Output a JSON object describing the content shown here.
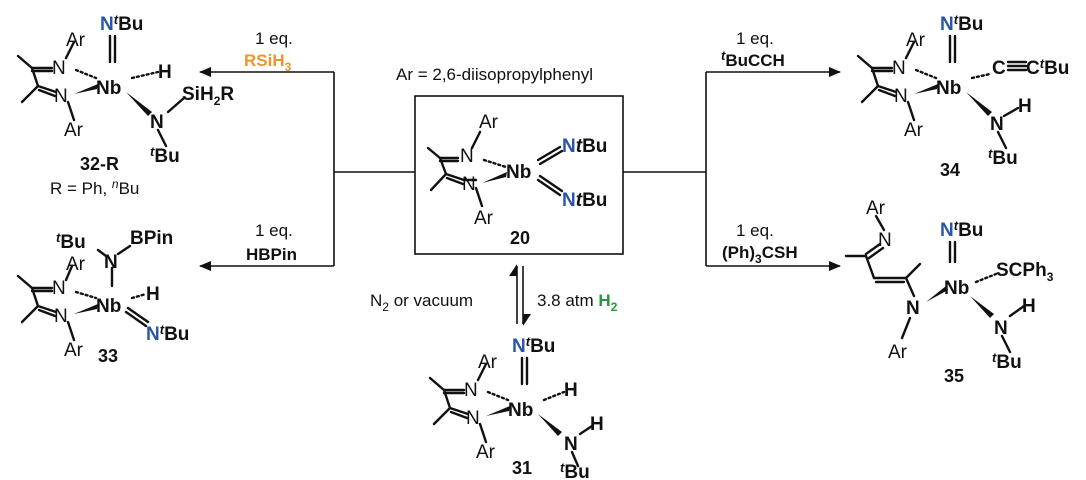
{
  "colors": {
    "nb": "#2a55a6",
    "black": "#111111",
    "orange": "#f0932f",
    "pink": "#b95aa8",
    "purple": "#5a2d85",
    "olive": "#8a8a3a",
    "green": "#1e9b3c"
  },
  "atoms": {
    "N": "N",
    "Nb": "Nb",
    "Ar": "Ar",
    "H": "H",
    "tBu_t": "t",
    "tBu_bu": "Bu",
    "SiH": "SiH",
    "SiH_sub": "2",
    "R": "R",
    "BPin": "BPin",
    "CC": "C",
    "SCPh3": "SCPh",
    "SCPh3_sub": "3"
  },
  "header": {
    "ar_definition": "Ar  = 2,6-diisopropylphenyl"
  },
  "labels": {
    "c20": "20",
    "c31": "31",
    "c32": "32-R",
    "c33": "33",
    "c34": "34",
    "c35": "35"
  },
  "substituent_note": {
    "prefix": "R = Ph, ",
    "n": "n",
    "bu": "Bu"
  },
  "conditions": {
    "rsih3": {
      "eq": "1 eq.",
      "reagent": "RSiH",
      "sub": "3"
    },
    "hbpin": {
      "eq": "1 eq.",
      "reagent": "HBPin"
    },
    "tbucch": {
      "eq": "1 eq.",
      "t": "t",
      "reagent": "BuCCH"
    },
    "ph3csh": {
      "eq": "1 eq.",
      "pre": "(Ph)",
      "sub": "3",
      "post": "CSH"
    },
    "n2": {
      "n": "N",
      "sub": "2",
      "rest": " or vacuum"
    },
    "h2": {
      "pressure": "3.8 atm ",
      "h": "H",
      "sub": "2"
    }
  }
}
